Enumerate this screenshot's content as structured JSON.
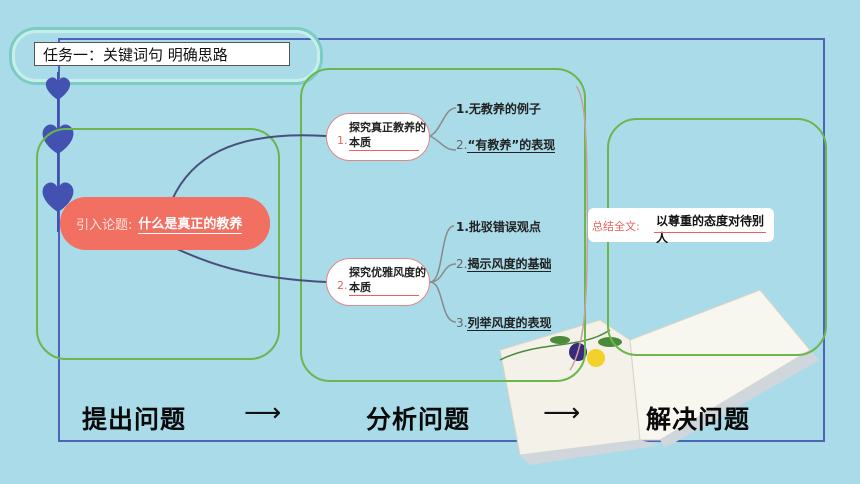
{
  "title": "任务一：关键词句 明确思路",
  "intro": {
    "label": "引入论题:",
    "question": "什么是真正的教养"
  },
  "nodes": [
    {
      "num": "1.",
      "text": "探究真正教养的本质",
      "leaves": [
        {
          "num": "1.",
          "text": "无教养的例子"
        },
        {
          "num": "2.",
          "text": "“有教养”的表现"
        }
      ]
    },
    {
      "num": "2.",
      "text": "探究优雅风度的本质",
      "leaves": [
        {
          "num": "1.",
          "text": "批驳错误观点"
        },
        {
          "num": "2.",
          "text": "揭示风度的基础"
        },
        {
          "num": "3.",
          "text": "列举风度的表现"
        }
      ]
    }
  ],
  "summary": {
    "label": "总结全文:",
    "text": "以尊重的态度对待别人"
  },
  "steps": [
    "提出问题",
    "分析问题",
    "解决问题"
  ],
  "arrow": "⟶",
  "colors": {
    "background": "#a9dbe9",
    "accent": "#f27062",
    "green_border": "#6cb64e",
    "frame": "#4e63b5",
    "heart": "#4352b0"
  }
}
